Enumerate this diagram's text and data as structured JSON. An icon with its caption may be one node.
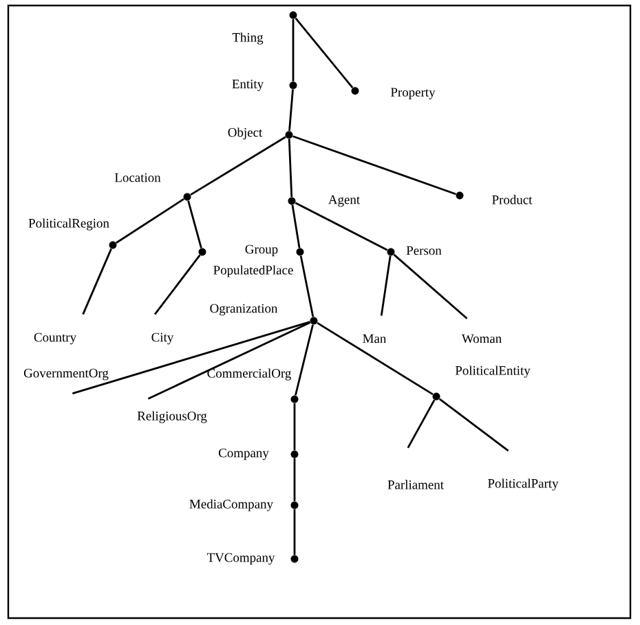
{
  "diagram": {
    "nodes": [
      {
        "text": [
          "Thing"
        ]
      },
      {
        "text": [
          "Entity"
        ]
      },
      {
        "text": [
          "Property"
        ]
      },
      {
        "text": [
          "Object"
        ]
      },
      {
        "text": [
          "Location"
        ]
      },
      {
        "text": [
          "Product"
        ]
      },
      {
        "text": [
          "Agent"
        ]
      },
      {
        "text": [
          "PoliticalRegion"
        ]
      },
      {
        "text": [
          "PopulatedPlace"
        ]
      },
      {
        "text": [
          "Group"
        ]
      },
      {
        "text": [
          "Person"
        ]
      },
      {
        "text": [
          "Country"
        ]
      },
      {
        "text": [
          "City"
        ]
      },
      {
        "text": [
          "Man"
        ]
      },
      {
        "text": [
          "Woman"
        ]
      },
      {
        "text": [
          "Ogranization"
        ]
      },
      {
        "text": [
          "GovernmentOrg"
        ]
      },
      {
        "text": [
          "ReligiousOrg"
        ]
      },
      {
        "text": [
          "CommercialOrg"
        ]
      },
      {
        "text": [
          "PoliticalEntity"
        ]
      },
      {
        "text": [
          "Company"
        ]
      },
      {
        "text": [
          "Parliament"
        ]
      },
      {
        "text": [
          "PoliticalParty"
        ]
      },
      {
        "text": [
          "MediaCompany"
        ]
      },
      {
        "text": [
          "TVCompany"
        ]
      }
    ],
    "edges": [
      {
        "from": 0,
        "to": 1,
        "arrow": "none"
      },
      {
        "from": 0,
        "to": 2,
        "arrow": "none"
      },
      {
        "from": 1,
        "to": 3,
        "arrow": "none"
      },
      {
        "from": 3,
        "to": 4,
        "arrow": "none"
      },
      {
        "from": 3,
        "to": 6,
        "arrow": "none"
      },
      {
        "from": 3,
        "to": 5,
        "arrow": "none"
      },
      {
        "from": 4,
        "to": 7,
        "arrow": "none"
      },
      {
        "from": 4,
        "to": 8,
        "arrow": "none"
      },
      {
        "from": 7,
        "to": 11,
        "arrow": "none"
      },
      {
        "from": 8,
        "to": 12,
        "arrow": "none"
      },
      {
        "from": 6,
        "to": 9,
        "arrow": "none"
      },
      {
        "from": 6,
        "to": 10,
        "arrow": "none"
      },
      {
        "from": 10,
        "to": 13,
        "arrow": "none"
      },
      {
        "from": 10,
        "to": 14,
        "arrow": "none"
      },
      {
        "from": 9,
        "to": 15,
        "arrow": "none"
      },
      {
        "from": 15,
        "to": 16,
        "arrow": "none"
      },
      {
        "from": 15,
        "to": 17,
        "arrow": "none"
      },
      {
        "from": 15,
        "to": 18,
        "arrow": "none"
      },
      {
        "from": 15,
        "to": 19,
        "arrow": "none"
      },
      {
        "from": 18,
        "to": 20,
        "arrow": "none"
      },
      {
        "from": 20,
        "to": 23,
        "arrow": "none"
      },
      {
        "from": 23,
        "to": 24,
        "arrow": "none"
      },
      {
        "from": 19,
        "to": 21,
        "arrow": "none"
      },
      {
        "from": 19,
        "to": 22,
        "arrow": "none"
      }
    ]
  }
}
